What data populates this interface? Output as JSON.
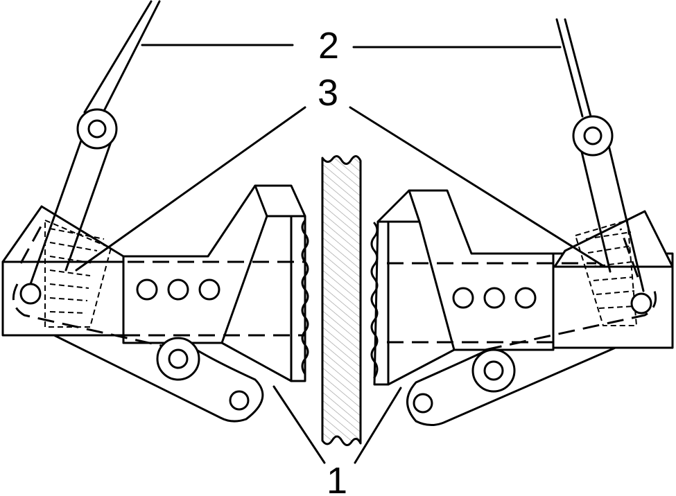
{
  "labels": {
    "jaw": "1",
    "rod": "2",
    "wedge": "3"
  },
  "colors": {
    "line": "#000000",
    "background": "#ffffff",
    "rail_hatch": "#9a9a9a"
  }
}
